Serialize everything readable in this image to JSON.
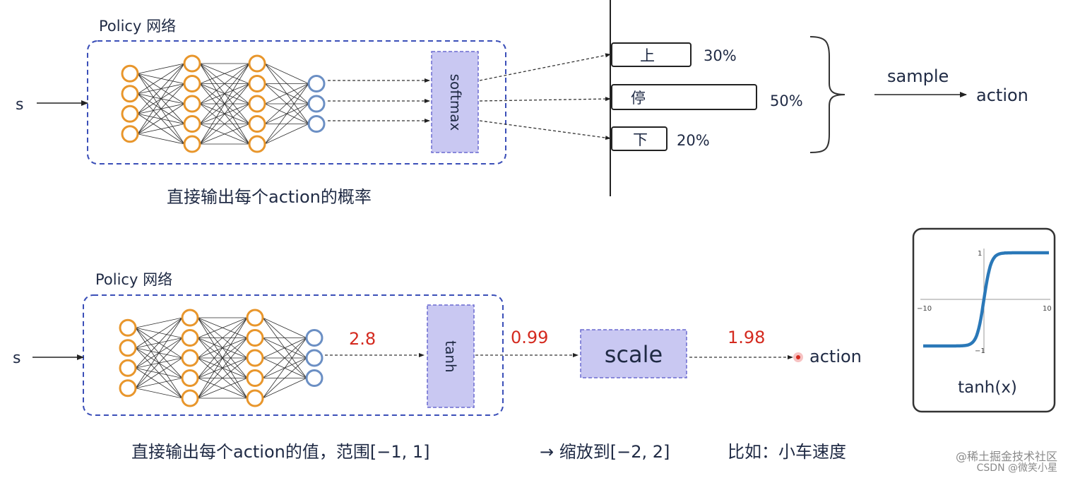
{
  "top": {
    "input": "s",
    "policy_label": "Policy 网络",
    "activation": "softmax",
    "actions": [
      {
        "label": "上",
        "prob": "30%"
      },
      {
        "label": "停",
        "prob": "50%"
      },
      {
        "label": "下",
        "prob": "20%"
      }
    ],
    "sample_label": "sample",
    "output": "action",
    "caption": "直接输出每个action的概率"
  },
  "bottom": {
    "input": "s",
    "policy_label": "Policy 网络",
    "activation": "tanh",
    "value_raw": "2.8",
    "value_tanh": "0.99",
    "scale_label": "scale",
    "value_scaled": "1.98",
    "output": "action",
    "caption_1": "直接输出每个action的值，范围[−1, 1]",
    "caption_2": "→ 缩放到[−2, 2]",
    "caption_3": "比如：小车速度"
  },
  "tanh_plot": {
    "label": "tanh(x)",
    "y_top": "1",
    "y_bottom": "−1",
    "x_left": "−10",
    "x_right": "10"
  },
  "watermark": {
    "line1": "@稀土掘金技术社区",
    "line2": "CSDN @微笑小星"
  },
  "colors": {
    "node_orange": "#e8962c",
    "node_blue": "#6b8fc4",
    "box_dash": "#3b4fb8",
    "activation_fill": "#c9c8f2",
    "value_red": "#d42a1f",
    "tanh_curve": "#2a78b8"
  }
}
